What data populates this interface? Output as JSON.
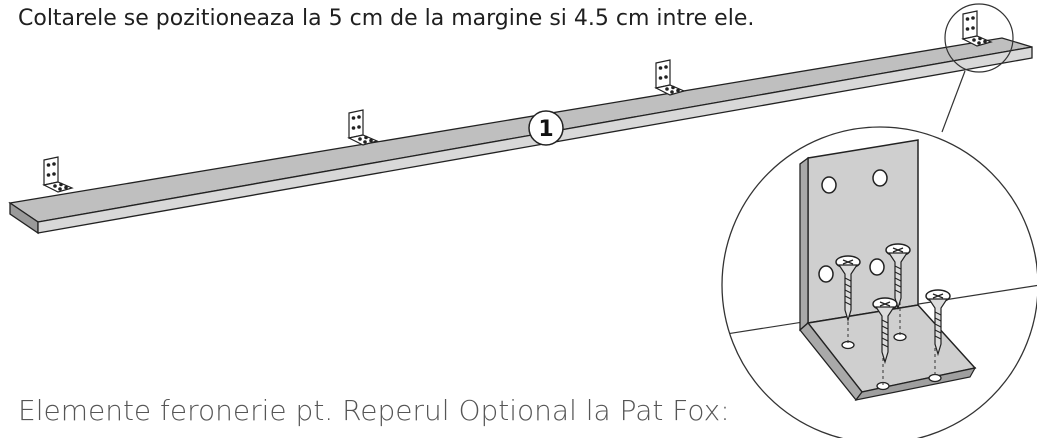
{
  "instruction": "Coltarele se pozitioneaza la 5 cm de la margine si 4.5 cm intre ele.",
  "part_number": "1",
  "caption": "Elemente feronerie pt. Reperul Optional la Pat Fox:",
  "icons": [
    "corner-bracket-icon",
    "screw-icon",
    "magnifier-circle"
  ]
}
